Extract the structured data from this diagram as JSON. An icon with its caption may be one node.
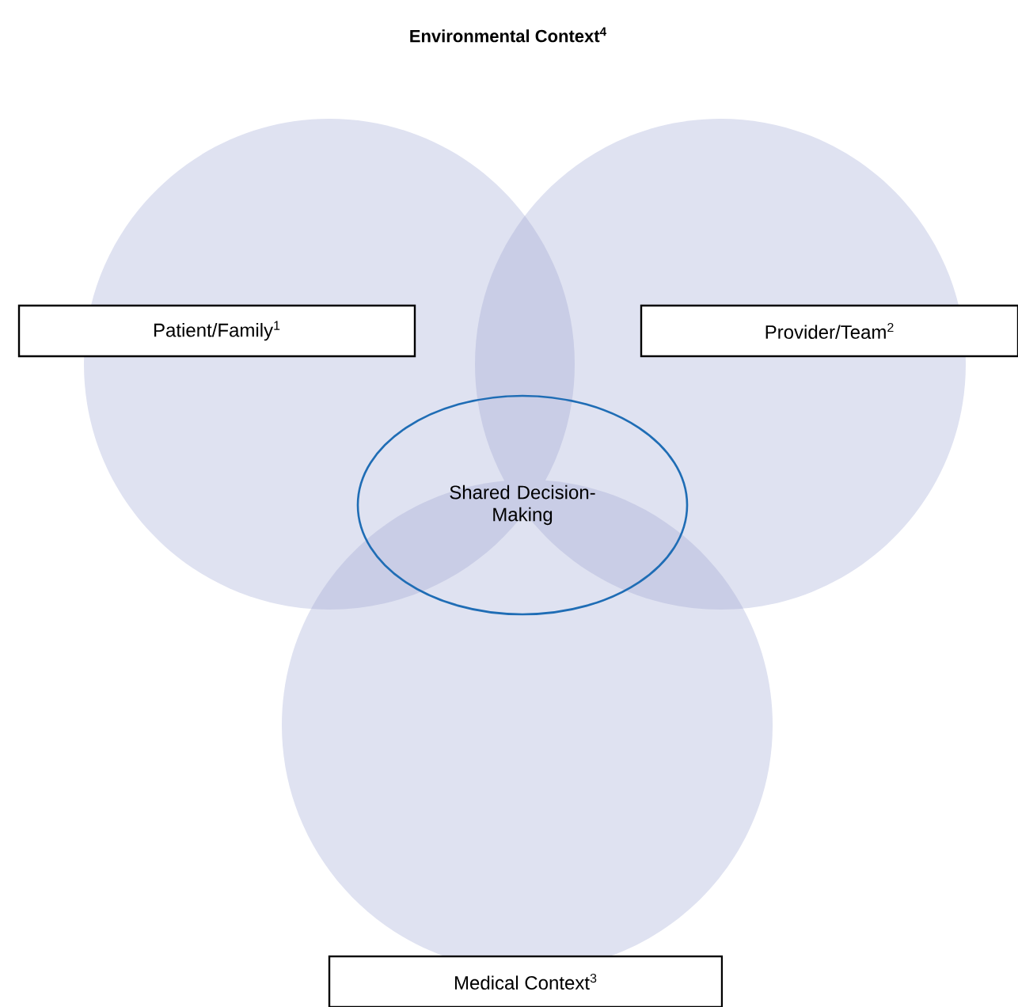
{
  "diagram": {
    "title": "Environmental Context$^{4}$",
    "nodes": [
      {
        "text": [
          "Patient/Family$^{1}$"
        ]
      },
      {
        "text": [
          "Provider/Team$^{2}$"
        ]
      },
      {
        "text": [
          "Shared Decision-Making"
        ]
      },
      {
        "text": [
          "Medical Context$^{3}$"
        ]
      }
    ]
  }
}
